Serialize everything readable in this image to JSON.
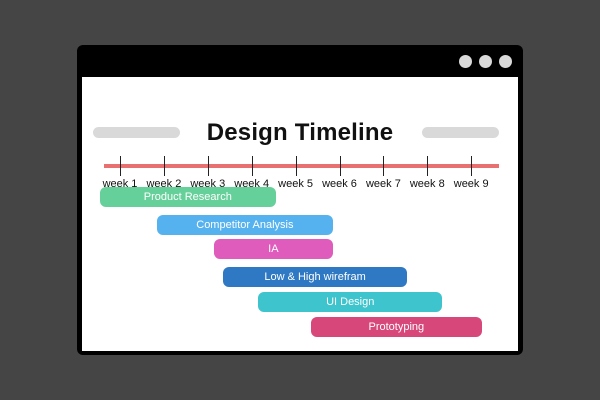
{
  "window": {
    "title": "Design Timeline",
    "weeks": [
      "week 1",
      "week 2",
      "week 3",
      "week 4",
      "week 5",
      "week 6",
      "week 7",
      "week 8",
      "week 9"
    ],
    "tasks": [
      {
        "label": "Product Research",
        "start": 1.0,
        "end": 5.0,
        "color": "#66d09a"
      },
      {
        "label": "Competitor Analysis",
        "start": 2.3,
        "end": 6.3,
        "color": "#55b2ee"
      },
      {
        "label": "IA",
        "start": 3.6,
        "end": 6.3,
        "color": "#e05cbc"
      },
      {
        "label": "Low & High wirefram",
        "start": 3.8,
        "end": 8.0,
        "color": "#2f79c4"
      },
      {
        "label": "UI Design",
        "start": 4.6,
        "end": 8.8,
        "color": "#3ec4cc"
      },
      {
        "label": "Prototyping",
        "start": 5.8,
        "end": 9.7,
        "color": "#d8477a"
      }
    ]
  }
}
